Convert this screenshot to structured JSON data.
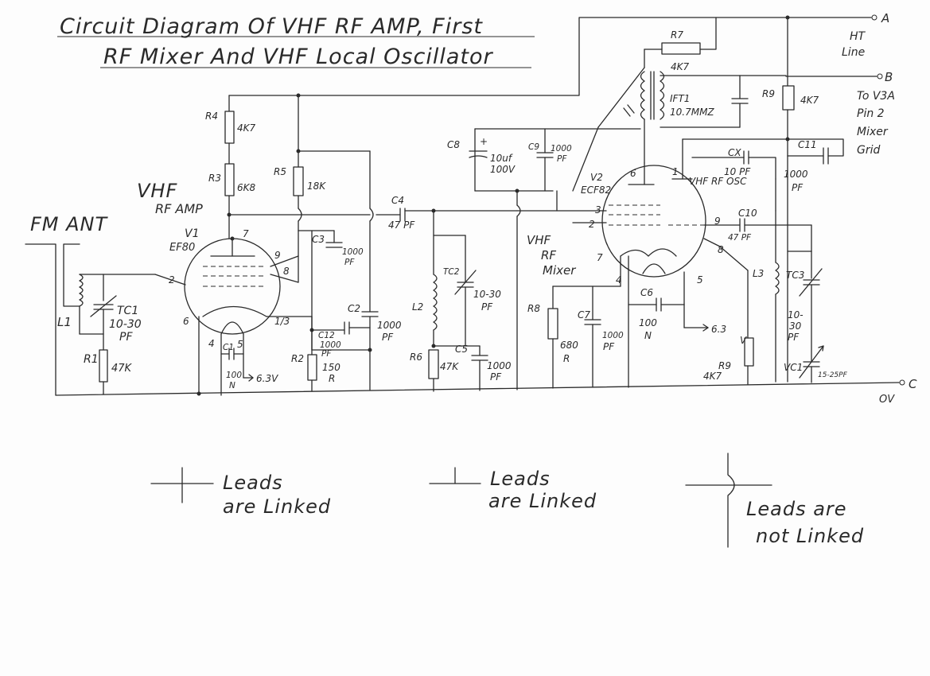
{
  "title": {
    "line1": "Circuit Diagram Of VHF RF AMP, First",
    "line2": "RF Mixer And VHF Local Oscillator"
  },
  "labels": {
    "fm_ant": "FM ANT",
    "vhf_rf_amp_1": "VHF",
    "vhf_rf_amp_2": "RF AMP",
    "v1": "V1",
    "v1_type": "EF80",
    "l1": "L1",
    "tc1_1": "TC1",
    "tc1_2": "10-30",
    "tc1_3": "PF",
    "r1": "R1",
    "r1_val": "47K",
    "r4": "R4",
    "r4_val": "4K7",
    "r3": "R3",
    "r3_val": "6K8",
    "r5": "R5",
    "r5_val": "18K",
    "c3": "C3",
    "c3_val1": "1000",
    "c3_val2": "PF",
    "c2": "C2",
    "c2_val1": "1000",
    "c2_val2": "PF",
    "c12": "C12",
    "c12_val1": "1000",
    "c12_val2": "PF",
    "r2": "R2",
    "r2_val1": "150",
    "r2_val2": "R",
    "c1": "C1",
    "c1_val1": "100",
    "c1_val2": "N",
    "heater_v1": "6.3V",
    "pin_2": "2",
    "pin_7": "7",
    "pin_9": "9",
    "pin_8": "8",
    "pin_6": "6",
    "pin_4": "4",
    "pin_5": "5",
    "pin_13": "1/3",
    "c4": "C4",
    "c4_val": "47 PF",
    "l2": "L2",
    "tc2": "TC2",
    "tc2_val1": "10-30",
    "tc2_val2": "PF",
    "r6": "R6",
    "r6_val": "47K",
    "c5": "C5",
    "c5_val1": "1000",
    "c5_val2": "PF",
    "c8": "C8",
    "c8_plus": "+",
    "c8_val1": "10uf",
    "c8_val2": "100V",
    "c9": "C9",
    "c9_val1": "1000",
    "c9_val2": "PF",
    "vhf_rf_mixer_1": "VHF",
    "vhf_rf_mixer_2": "RF",
    "vhf_rf_mixer_3": "Mixer",
    "v2": "V2",
    "v2_type": "ECF82",
    "vhf_rf_osc": "VHF RF OSC",
    "r7": "R7",
    "r7_val": "4K7",
    "ift1_1": "IFT1",
    "ift1_2": "10.7MMZ",
    "r9": "R9",
    "r9_val": "4K7",
    "c11": "C11",
    "c11_val1": "1000",
    "c11_val2": "PF",
    "cx": "CX",
    "cx_val": "10 PF",
    "c10": "C10",
    "c10_val": "47 PF",
    "l3": "L3",
    "tc3": "TC3",
    "tc3_val1": "10-",
    "tc3_val2": "30",
    "tc3_val3": "PF",
    "vc1": "VC1",
    "vc1_val": "15-25PF",
    "r8": "R8",
    "r8_val1": "680",
    "r8_val2": "R",
    "c7": "C7",
    "c7_val1": "1000",
    "c7_val2": "PF",
    "c6": "C6",
    "c6_val1": "100",
    "c6_val2": "N",
    "heater_v2": "6.3",
    "heater_v2_b": "V",
    "r9b": "R9",
    "r9b_val": "4K7",
    "v2_pin6": "6",
    "v2_pin1": "1",
    "v2_pin3": "3",
    "v2_pin2": "2",
    "v2_pin7": "7",
    "v2_pin4": "4",
    "v2_pin5": "5",
    "v2_pin9": "9",
    "v2_pin8": "8",
    "term_a": "A",
    "ht_line_1": "HT",
    "ht_line_2": "Line",
    "term_b": "B",
    "to_v3a_1": "To V3A",
    "to_v3a_2": "Pin 2",
    "to_v3a_3": "Mixer",
    "to_v3a_4": "Grid",
    "term_c": "C",
    "ov": "OV"
  },
  "legend": {
    "linked_1_a": "Leads",
    "linked_1_b": "are Linked",
    "linked_2_a": "Leads",
    "linked_2_b": "are Linked",
    "not_linked_a": "Leads are",
    "not_linked_b": "not Linked"
  }
}
